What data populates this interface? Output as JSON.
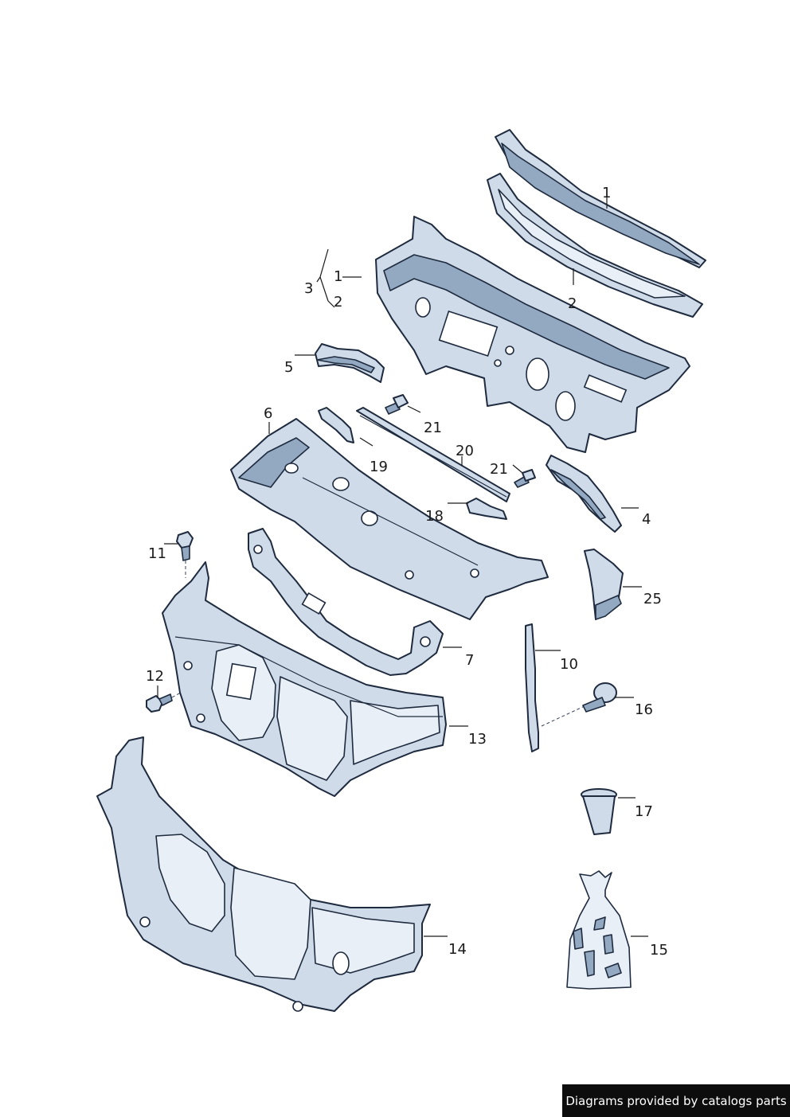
{
  "diagram": {
    "callouts": {
      "c1_upper": "1",
      "c2_upper": "2",
      "c3": "3",
      "c3_1": "1",
      "c3_2": "2",
      "c4": "4",
      "c5": "5",
      "c6": "6",
      "c7": "7",
      "c10": "10",
      "c11": "11",
      "c12": "12",
      "c13": "13",
      "c14": "14",
      "c15": "15",
      "c16": "16",
      "c17": "17",
      "c18": "18",
      "c19": "19",
      "c20": "20",
      "c21_a": "21",
      "c21_b": "21",
      "c25": "25"
    },
    "colors": {
      "part_fill": "#cfdbe8",
      "part_shadow": "#93a9c1",
      "outline": "#1e2a3e"
    }
  },
  "footer": {
    "credit": "Diagrams provided by catalogs parts"
  }
}
